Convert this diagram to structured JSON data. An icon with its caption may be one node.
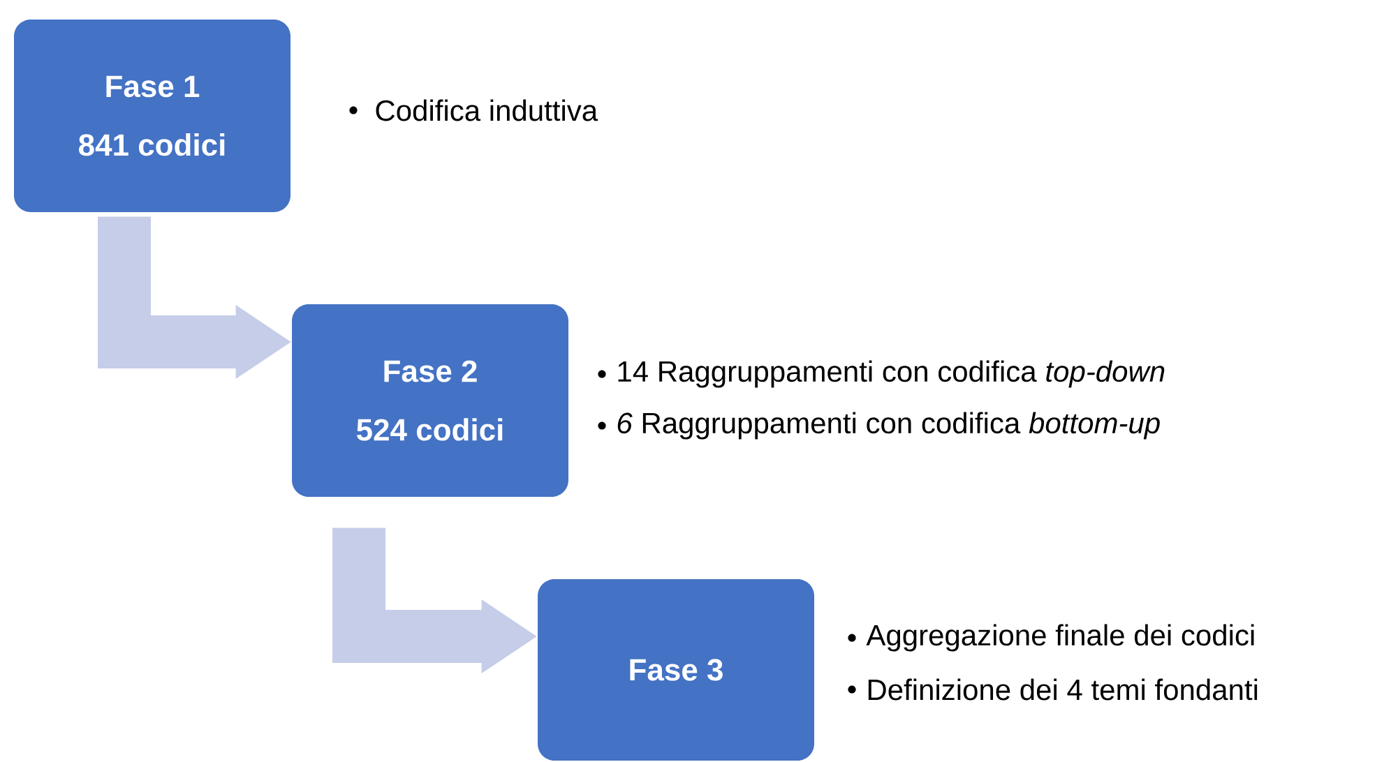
{
  "diagram": {
    "nodes": [
      {
        "text": [
          "Fase 1",
          "841 codici"
        ],
        "beside": [
          "Codifica induttiva"
        ]
      },
      {
        "text": [
          "Fase 2",
          "524 codici"
        ],
        "beside": [
          "14 Raggruppamenti con codifica *top-down*",
          "*6* Raggruppamenti con codifica *bottom-up*"
        ]
      },
      {
        "text": [
          "Fase 3"
        ],
        "beside": [
          "Aggregazione finale dei codici",
          "Definizione dei 4 temi fondanti"
        ]
      }
    ],
    "edges": [
      {
        "from": 0,
        "to": 1,
        "arrow": "to"
      },
      {
        "from": 1,
        "to": 2,
        "arrow": "to"
      }
    ]
  }
}
